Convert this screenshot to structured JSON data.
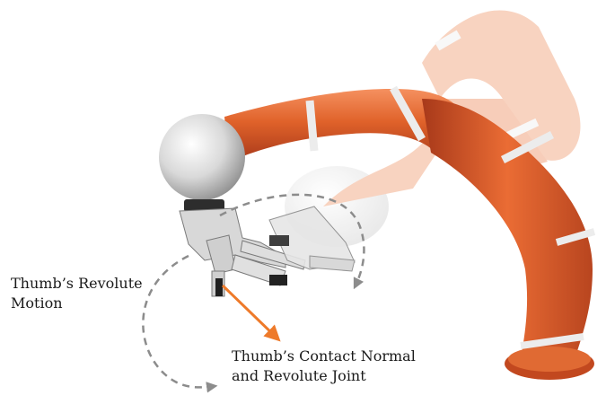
{
  "labels": {
    "revolute_motion": {
      "line1": "Thumb’s Revolute",
      "line2": "Motion"
    },
    "contact_normal": {
      "line1": "Thumb’s Contact Normal",
      "line2": "and Revolute Joint"
    }
  },
  "colors": {
    "arm_orange": "#e0622a",
    "arm_orange_ghost": "#f3b08e",
    "joint_white": "#dcdcdc",
    "normal_arrow": "#ee7a2a",
    "motion_path": "#8c8c8c"
  },
  "icons": {
    "motion_path": "dashed-curved-arrow",
    "normal_vector": "orange-arrow"
  }
}
